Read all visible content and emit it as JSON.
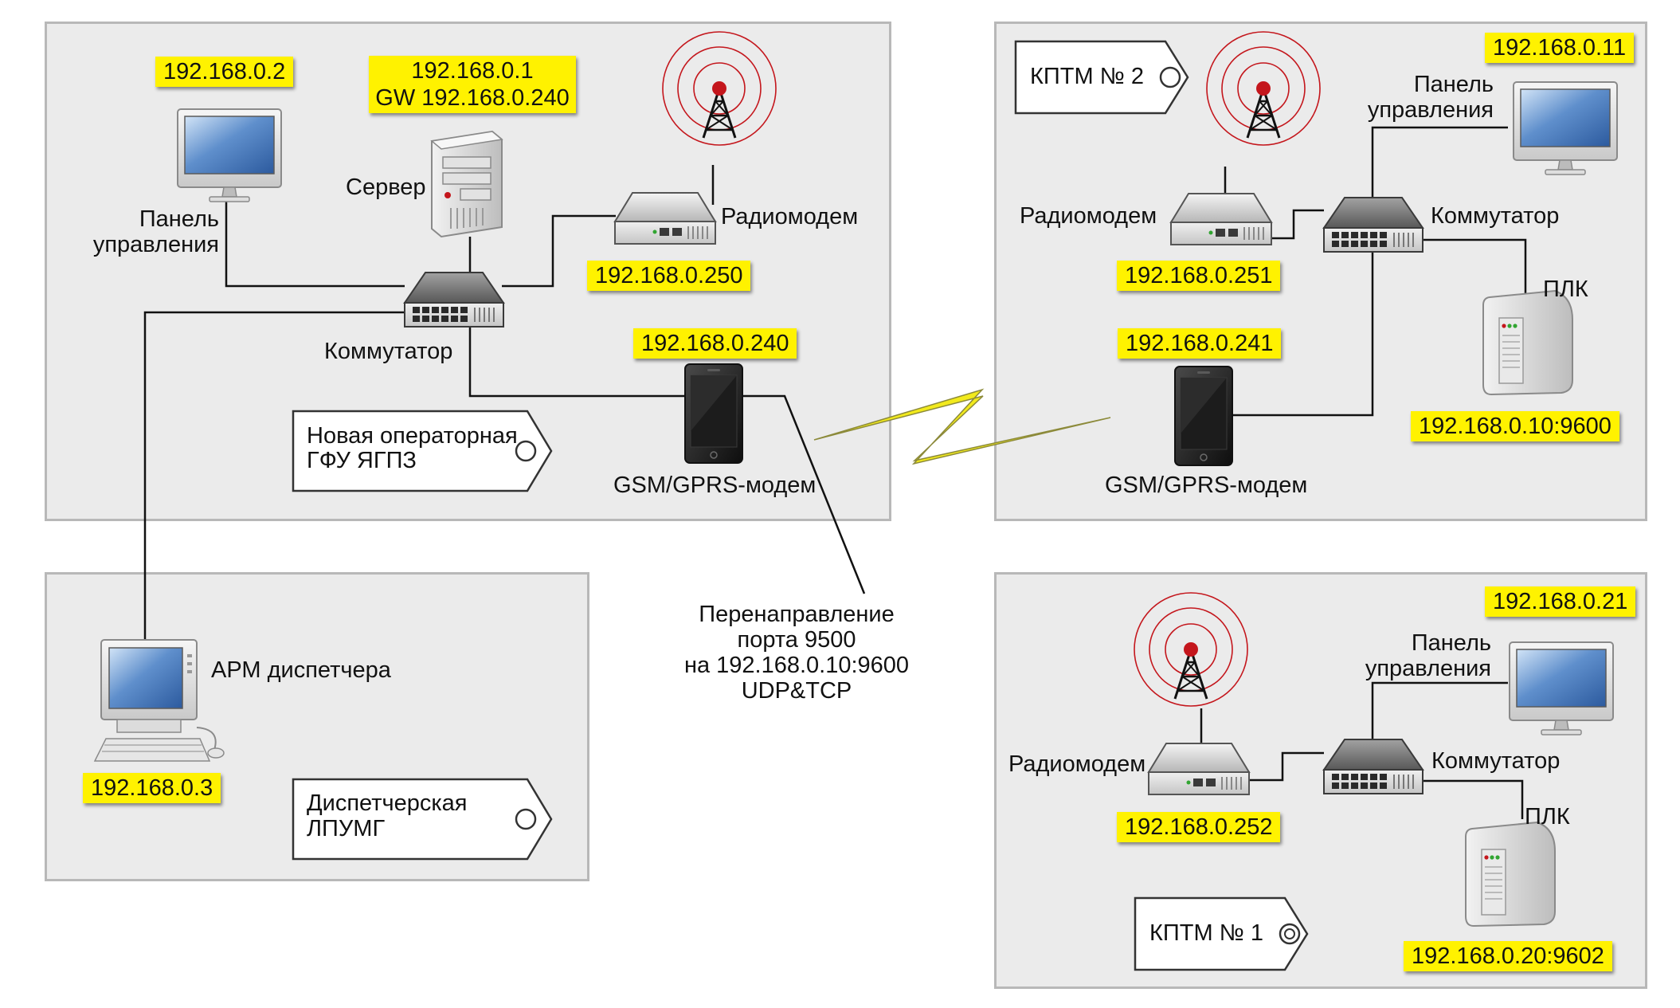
{
  "areas": {
    "operator": {
      "tag": [
        "Новая операторная",
        "ГФУ ЯГПЗ"
      ]
    },
    "dispatch": {
      "tag": [
        "Диспетчерская",
        "ЛПУМГ"
      ]
    },
    "kptm2": {
      "tag": "КПТМ № 2"
    },
    "kptm1": {
      "tag": "КПТМ № 1"
    }
  },
  "operator": {
    "panel": {
      "ip": "192.168.0.2",
      "label": [
        "Панель",
        "управления"
      ]
    },
    "server": {
      "ip": [
        "192.168.0.1",
        "GW 192.168.0.240"
      ],
      "label": "Сервер"
    },
    "radiomodem": {
      "ip": "192.168.0.250",
      "label": "Радиомодем"
    },
    "switch": {
      "label": "Коммутатор"
    },
    "gsm": {
      "ip": "192.168.0.240",
      "label": "GSM/GPRS-модем"
    }
  },
  "dispatch": {
    "arm": {
      "ip": "192.168.0.3",
      "label": "АРМ диспетчера"
    }
  },
  "kptm2": {
    "panel": {
      "ip": "192.168.0.11",
      "label": [
        "Панель",
        "управления"
      ]
    },
    "radiomodem": {
      "ip": "192.168.0.251",
      "label": "Радиомодем"
    },
    "switch": {
      "label": "Коммутатор"
    },
    "plc": {
      "ip": "192.168.0.10:9600",
      "label": "ПЛК"
    },
    "gsm": {
      "ip": "192.168.0.241",
      "label": "GSM/GPRS-модем"
    }
  },
  "kptm1": {
    "panel": {
      "ip": "192.168.0.21",
      "label": [
        "Панель",
        "управления"
      ]
    },
    "radiomodem": {
      "ip": "192.168.0.252",
      "label": "Радиомодем"
    },
    "switch": {
      "label": "Коммутатор"
    },
    "plc": {
      "ip": "192.168.0.20:9602",
      "label": "ПЛК"
    }
  },
  "note": [
    "Перенаправление",
    "порта 9500",
    "на 192.168.0.10:9600",
    "UDP&TCP"
  ],
  "colors": {
    "highlight": "#fff200",
    "panel": "#ebebeb",
    "radio": "#c4161c",
    "bolt": "#f2ea1c"
  }
}
